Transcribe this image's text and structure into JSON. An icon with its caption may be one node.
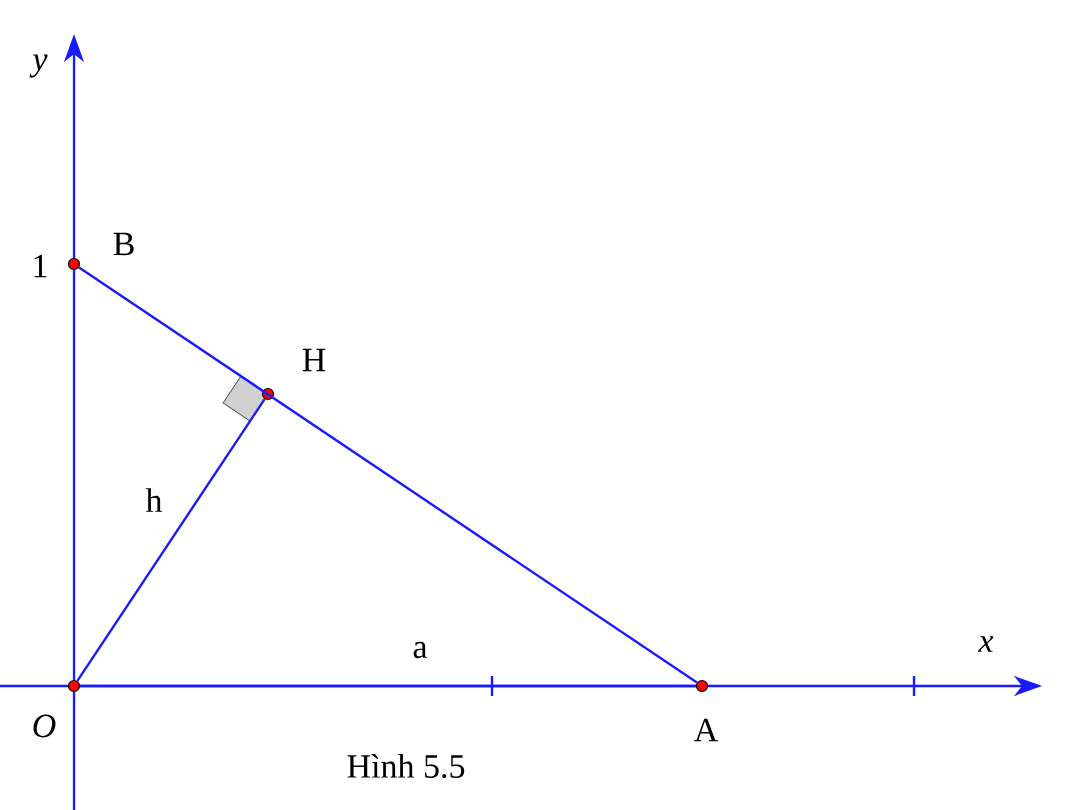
{
  "diagram": {
    "caption": "Hình 5.5",
    "nodes": [
      {
        "text": [],
        "shape": "circle",
        "beside": [
          "O"
        ]
      },
      {
        "text": [],
        "shape": "circle",
        "beside": [
          "A"
        ]
      },
      {
        "text": [],
        "shape": "circle",
        "beside": [
          "B"
        ]
      },
      {
        "text": [],
        "shape": "circle",
        "beside": [
          "H"
        ]
      }
    ],
    "edges": [
      {
        "from": 2,
        "to": 1,
        "arrow": "none"
      },
      {
        "from": 0,
        "to": 3,
        "arrow": "none",
        "label": "h"
      },
      {
        "from": 0,
        "to": 1,
        "arrow": "none",
        "label": "a"
      }
    ],
    "labels": [
      "y",
      "1",
      "x"
    ]
  }
}
